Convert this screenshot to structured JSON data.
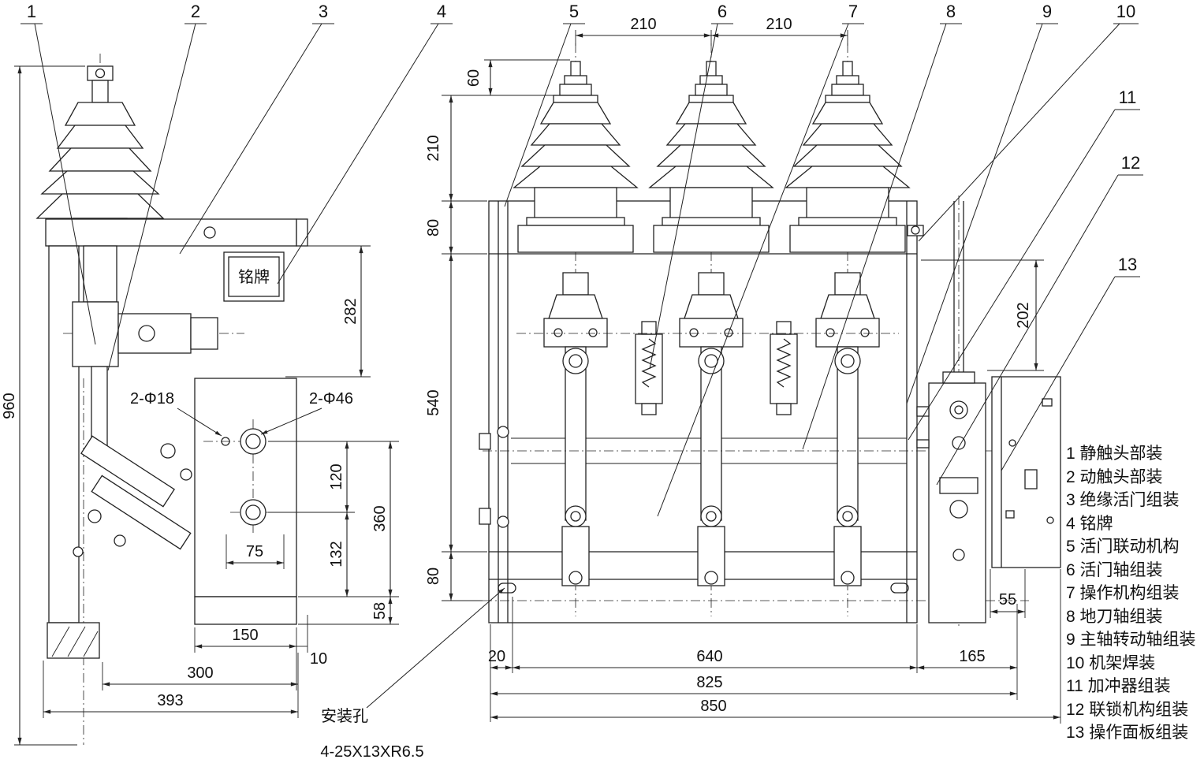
{
  "callouts": [
    "1",
    "2",
    "3",
    "4",
    "5",
    "6",
    "7",
    "8",
    "9",
    "10",
    "11",
    "12",
    "13"
  ],
  "legend": [
    "1 静触头部装",
    "2 动触头部装",
    "3 绝缘活门组装",
    "4 铭牌",
    "5 活门联动机构",
    "6 活门轴组装",
    "7 操作机构组装",
    "8 地刀轴组装",
    "9 主轴转动轴组装",
    "10 机架焊装",
    "11 加冲器组装",
    "12 联锁机构组装",
    "13 操作面板组装"
  ],
  "left_view": {
    "nameplate": "铭牌",
    "hole_small": "2-Φ18",
    "hole_large": "2-Φ46",
    "dims": {
      "d960": "960",
      "d282": "282",
      "d360": "360",
      "d120": "120",
      "d132": "132",
      "d58": "58",
      "d75": "75",
      "d150": "150",
      "d10": "10",
      "d300": "300",
      "d393": "393"
    }
  },
  "right_view": {
    "dims": {
      "pitch_a": "210",
      "pitch_b": "210",
      "d60": "60",
      "d210": "210",
      "d80_top": "80",
      "d540": "540",
      "d80_bottom": "80",
      "d202": "202",
      "d55": "55",
      "d20": "20",
      "d640": "640",
      "d165": "165",
      "d825": "825",
      "d850": "850"
    }
  },
  "notes": {
    "mounting_hole": "安装孔",
    "mounting_spec": "4-25X13XR6.5"
  }
}
